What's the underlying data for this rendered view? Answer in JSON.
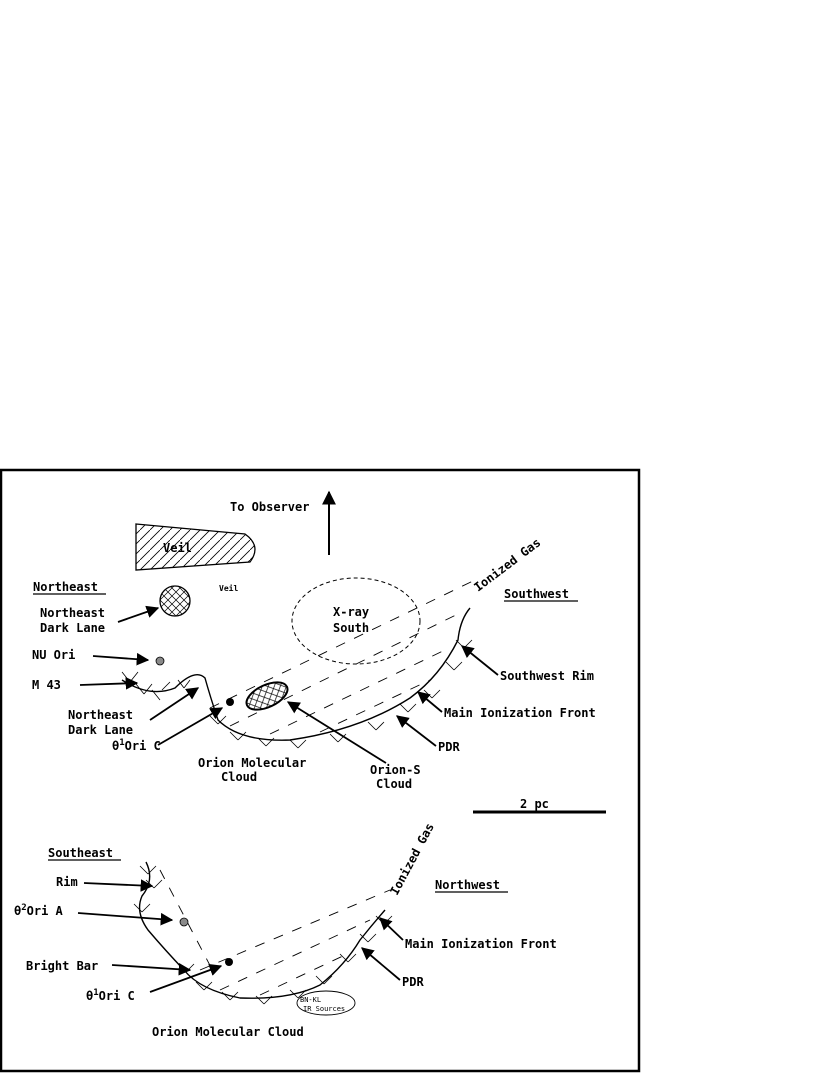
{
  "upper": {
    "to_observer": "To Observer",
    "veil_band": "Veil",
    "veil_small": "Veil",
    "northeast": "Northeast",
    "southwest": "Southwest",
    "ionized_gas": "Ionized Gas",
    "xray_line1": "X-ray",
    "xray_line2": "South",
    "ne_dark_lane_top_1": "Northeast",
    "ne_dark_lane_top_2": "Dark Lane",
    "nu_ori": "NU Ori",
    "m43": "M 43",
    "ne_dark_lane_bot_1": "Northeast",
    "ne_dark_lane_bot_2": "Dark Lane",
    "theta1_prefix": "θ",
    "theta1_sup": "1",
    "theta1_rest": "Ori C",
    "omc_1": "Orion Molecular",
    "omc_2": "Cloud",
    "orion_s_1": "Orion-S",
    "orion_s_2": "Cloud",
    "pdr": "PDR",
    "main_if": "Main Ionization Front",
    "sw_rim": "Southwest Rim"
  },
  "scale_bar": "2 pc",
  "lower": {
    "southeast": "Southeast",
    "northwest": "Northwest",
    "ionized_gas": "Ionized Gas",
    "rim": "Rim",
    "theta2_prefix": "θ",
    "theta2_sup": "2",
    "theta2_rest": "Ori A",
    "bright_bar": "Bright Bar",
    "theta1_prefix": "θ",
    "theta1_sup": "1",
    "theta1_rest": "Ori C",
    "main_if": "Main Ionization Front",
    "pdr": "PDR",
    "bnkl_1": "BN-KL",
    "bnkl_2": "IR Sources",
    "omc": "Orion Molecular Cloud"
  },
  "colors": {
    "ink": "#000000",
    "grey_star": "#8a8a8a",
    "background": "#ffffff"
  }
}
